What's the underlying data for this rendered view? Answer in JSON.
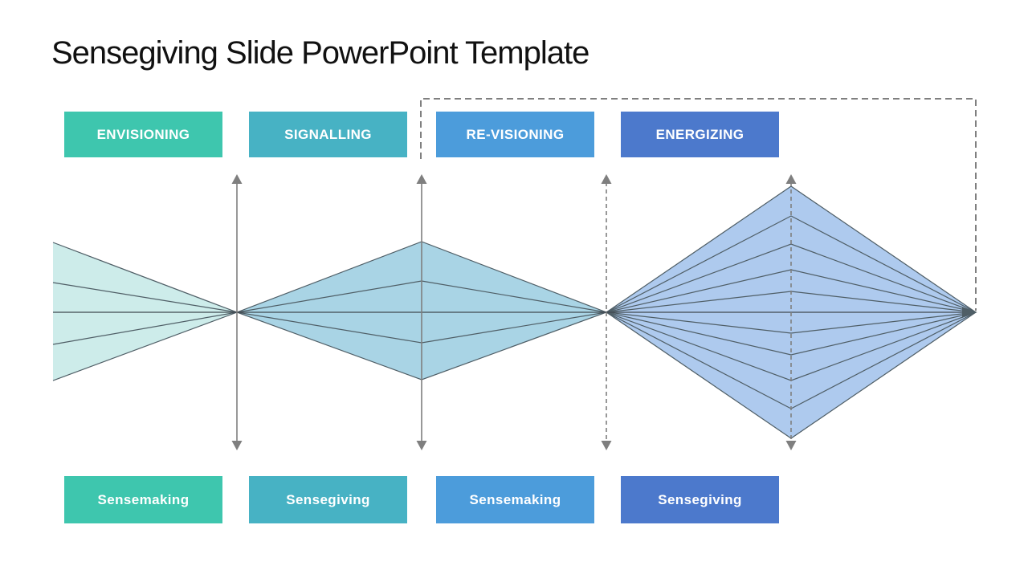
{
  "slide": {
    "title": "Sensegiving Slide PowerPoint Template",
    "background": "#ffffff"
  },
  "stages": {
    "top": [
      {
        "label": "ENVISIONING",
        "color": "#3ec6ae"
      },
      {
        "label": "SIGNALLING",
        "color": "#47b2c4"
      },
      {
        "label": "RE-VISIONING",
        "color": "#4c9cdb"
      },
      {
        "label": "ENERGIZING",
        "color": "#4c79cc"
      }
    ],
    "bottom": [
      {
        "label": "Sensemaking",
        "color": "#3ec6ae"
      },
      {
        "label": "Sensegiving",
        "color": "#47b2c4"
      },
      {
        "label": "Sensemaking",
        "color": "#4c9cdb"
      },
      {
        "label": "Sensegiving",
        "color": "#4c79cc"
      }
    ]
  },
  "diagram": {
    "funnel_fill": "#cdecea",
    "mid_diamond_fill": "#a9d4e5",
    "right_diamond_fill": "#aecaee",
    "outline_color": "#4f5e66",
    "centerline_color": "#40494f",
    "arrow_color": "#7f7f7f",
    "dash_color": "#7f7f7f"
  }
}
